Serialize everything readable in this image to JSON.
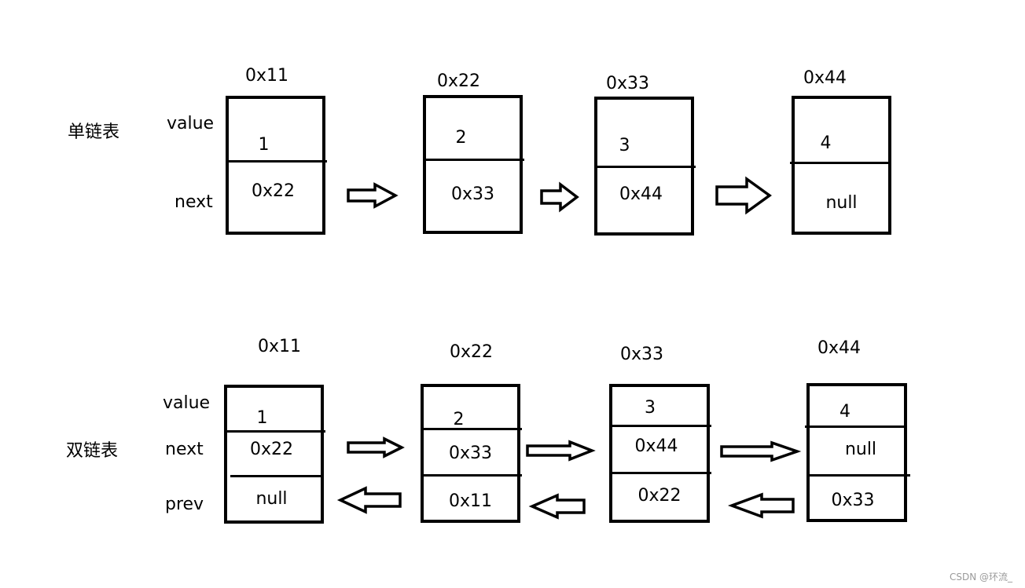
{
  "singly": {
    "title": "单链表",
    "field_labels": {
      "value": "value",
      "next": "next"
    },
    "nodes": [
      {
        "address": "0x11",
        "value": "1",
        "next": "0x22"
      },
      {
        "address": "0x22",
        "value": "2",
        "next": "0x33"
      },
      {
        "address": "0x33",
        "value": "3",
        "next": "0x44"
      },
      {
        "address": "0x44",
        "value": "4",
        "next": "null"
      }
    ]
  },
  "doubly": {
    "title": "双链表",
    "field_labels": {
      "value": "value",
      "next": "next",
      "prev": "prev"
    },
    "nodes": [
      {
        "address": "0x11",
        "value": "1",
        "next": "0x22",
        "prev": "null"
      },
      {
        "address": "0x22",
        "value": "2",
        "next": "0x33",
        "prev": "0x11"
      },
      {
        "address": "0x33",
        "value": "3",
        "next": "0x44",
        "prev": "0x22"
      },
      {
        "address": "0x44",
        "value": "4",
        "next": "null",
        "prev": "0x33"
      }
    ]
  },
  "watermark": "CSDN @环流_"
}
